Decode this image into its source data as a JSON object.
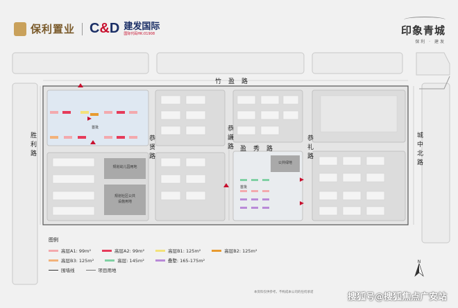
{
  "header": {
    "brand_left": "保利置业",
    "brand_cd_letters": [
      "C",
      "&",
      "D"
    ],
    "brand_cd_cn": "建发国际",
    "brand_cd_en": "国际代码HK:01908",
    "project_name": "印象青城",
    "project_sub": "保利 · 建发"
  },
  "roads": {
    "top": "竹盈路",
    "left": "胜利路",
    "right": "城中北路",
    "inner_h": "盈秀路",
    "inner_v1": "恭贤路",
    "inner_v2": "恭謙路",
    "inner_v3": "恭礼路"
  },
  "facilities": {
    "f1": "规划幼儿园用地",
    "f2_line1": "规划社区公共",
    "f2_line2": "设施用地",
    "f3": "公共绿地"
  },
  "batches": {
    "b1": "首批",
    "b2": "首批"
  },
  "colors": {
    "A1": "#f3a9ad",
    "A2": "#e63b5a",
    "B1": "#f3e27a",
    "B2": "#e89a2f",
    "B3": "#f2b27a",
    "H145": "#7fd0a3",
    "villa": "#b98ad8",
    "first_batch": "#dfe8f2",
    "facility": "#a9a9a9",
    "wall": "#333333",
    "project_line": "#888888"
  },
  "legend": {
    "title": "图例",
    "items": [
      {
        "label": "高层A1: 99m²",
        "color": "#f3a9ad"
      },
      {
        "label": "高层A2: 99m²",
        "color": "#e63b5a"
      },
      {
        "label": "高层B1: 125m²",
        "color": "#f3e27a"
      },
      {
        "label": "高层B2: 125m²",
        "color": "#e89a2f"
      },
      {
        "label": "高层B3: 125m²",
        "color": "#f2b27a"
      },
      {
        "label": "高层: 145m²",
        "color": "#7fd0a3"
      },
      {
        "label": "叠墅: 165-175m²",
        "color": "#b98ad8"
      },
      {
        "label": "围墙线",
        "style": "line"
      },
      {
        "label": "项目用地",
        "style": "line2"
      }
    ]
  },
  "disclaimer": "本资料仅供参考，不构成本公司的任何承诺",
  "watermark": "搜狐号@搜狐焦点广安站",
  "compass_label": "N"
}
